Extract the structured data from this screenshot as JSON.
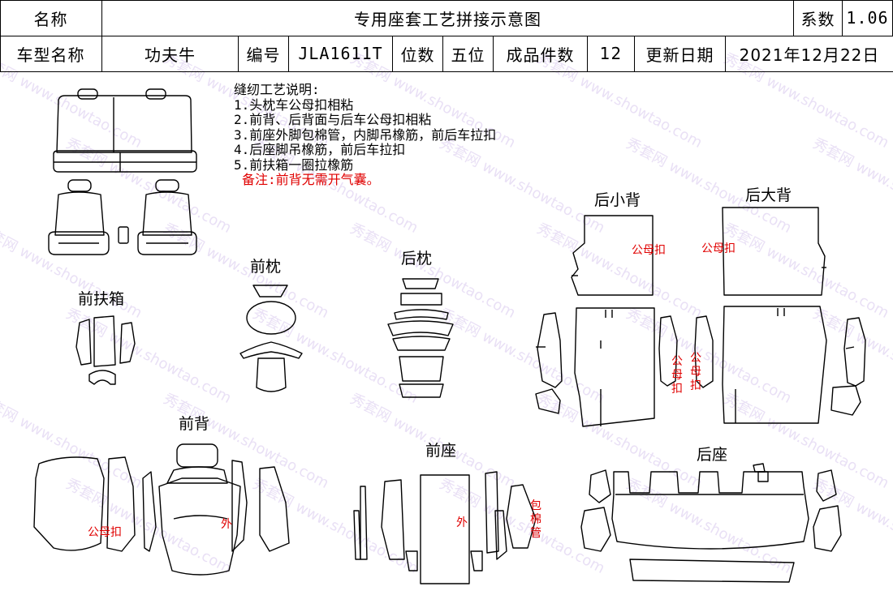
{
  "header": {
    "name_label": "名称",
    "title": "专用座套工艺拼接示意图",
    "coef_label": "系数",
    "coef_value": "1.06",
    "model_label": "车型名称",
    "model_value": "功夫牛",
    "code_label": "编号",
    "code_value": "JLA1611T",
    "seats_label": "位数",
    "seats_value": "五位",
    "pieces_label": "成品件数",
    "pieces_value": "12",
    "update_label": "更新日期",
    "update_value": "2021年12月22日"
  },
  "notes": {
    "heading": "缝纫工艺说明:",
    "items": [
      "1.头枕车公母扣相粘",
      "2.前背、后背面与后车公母扣相粘",
      "3.前座外脚包棉管，内脚吊橡筋，前后车拉扣",
      "4.后座脚吊橡筋，前后车拉扣",
      "5.前扶箱一圈拉橡筋"
    ],
    "remark": "备注:前背无需开气囊。"
  },
  "parts": {
    "front_armrest": "前扶箱",
    "front_headrest": "前枕",
    "rear_headrest": "后枕",
    "rear_small_back": "后小背",
    "rear_big_back": "后大背",
    "front_back": "前背",
    "front_seat": "前座",
    "rear_seat": "后座"
  },
  "annotations": {
    "snap": "公母扣",
    "outer": "外",
    "cotton_tube": "包棉管"
  },
  "watermark": {
    "cn": "秀套网",
    "url": "www.showtao.com"
  },
  "colors": {
    "annotation": "#e00000",
    "line": "#000000",
    "watermark": "#d8c8ee"
  }
}
